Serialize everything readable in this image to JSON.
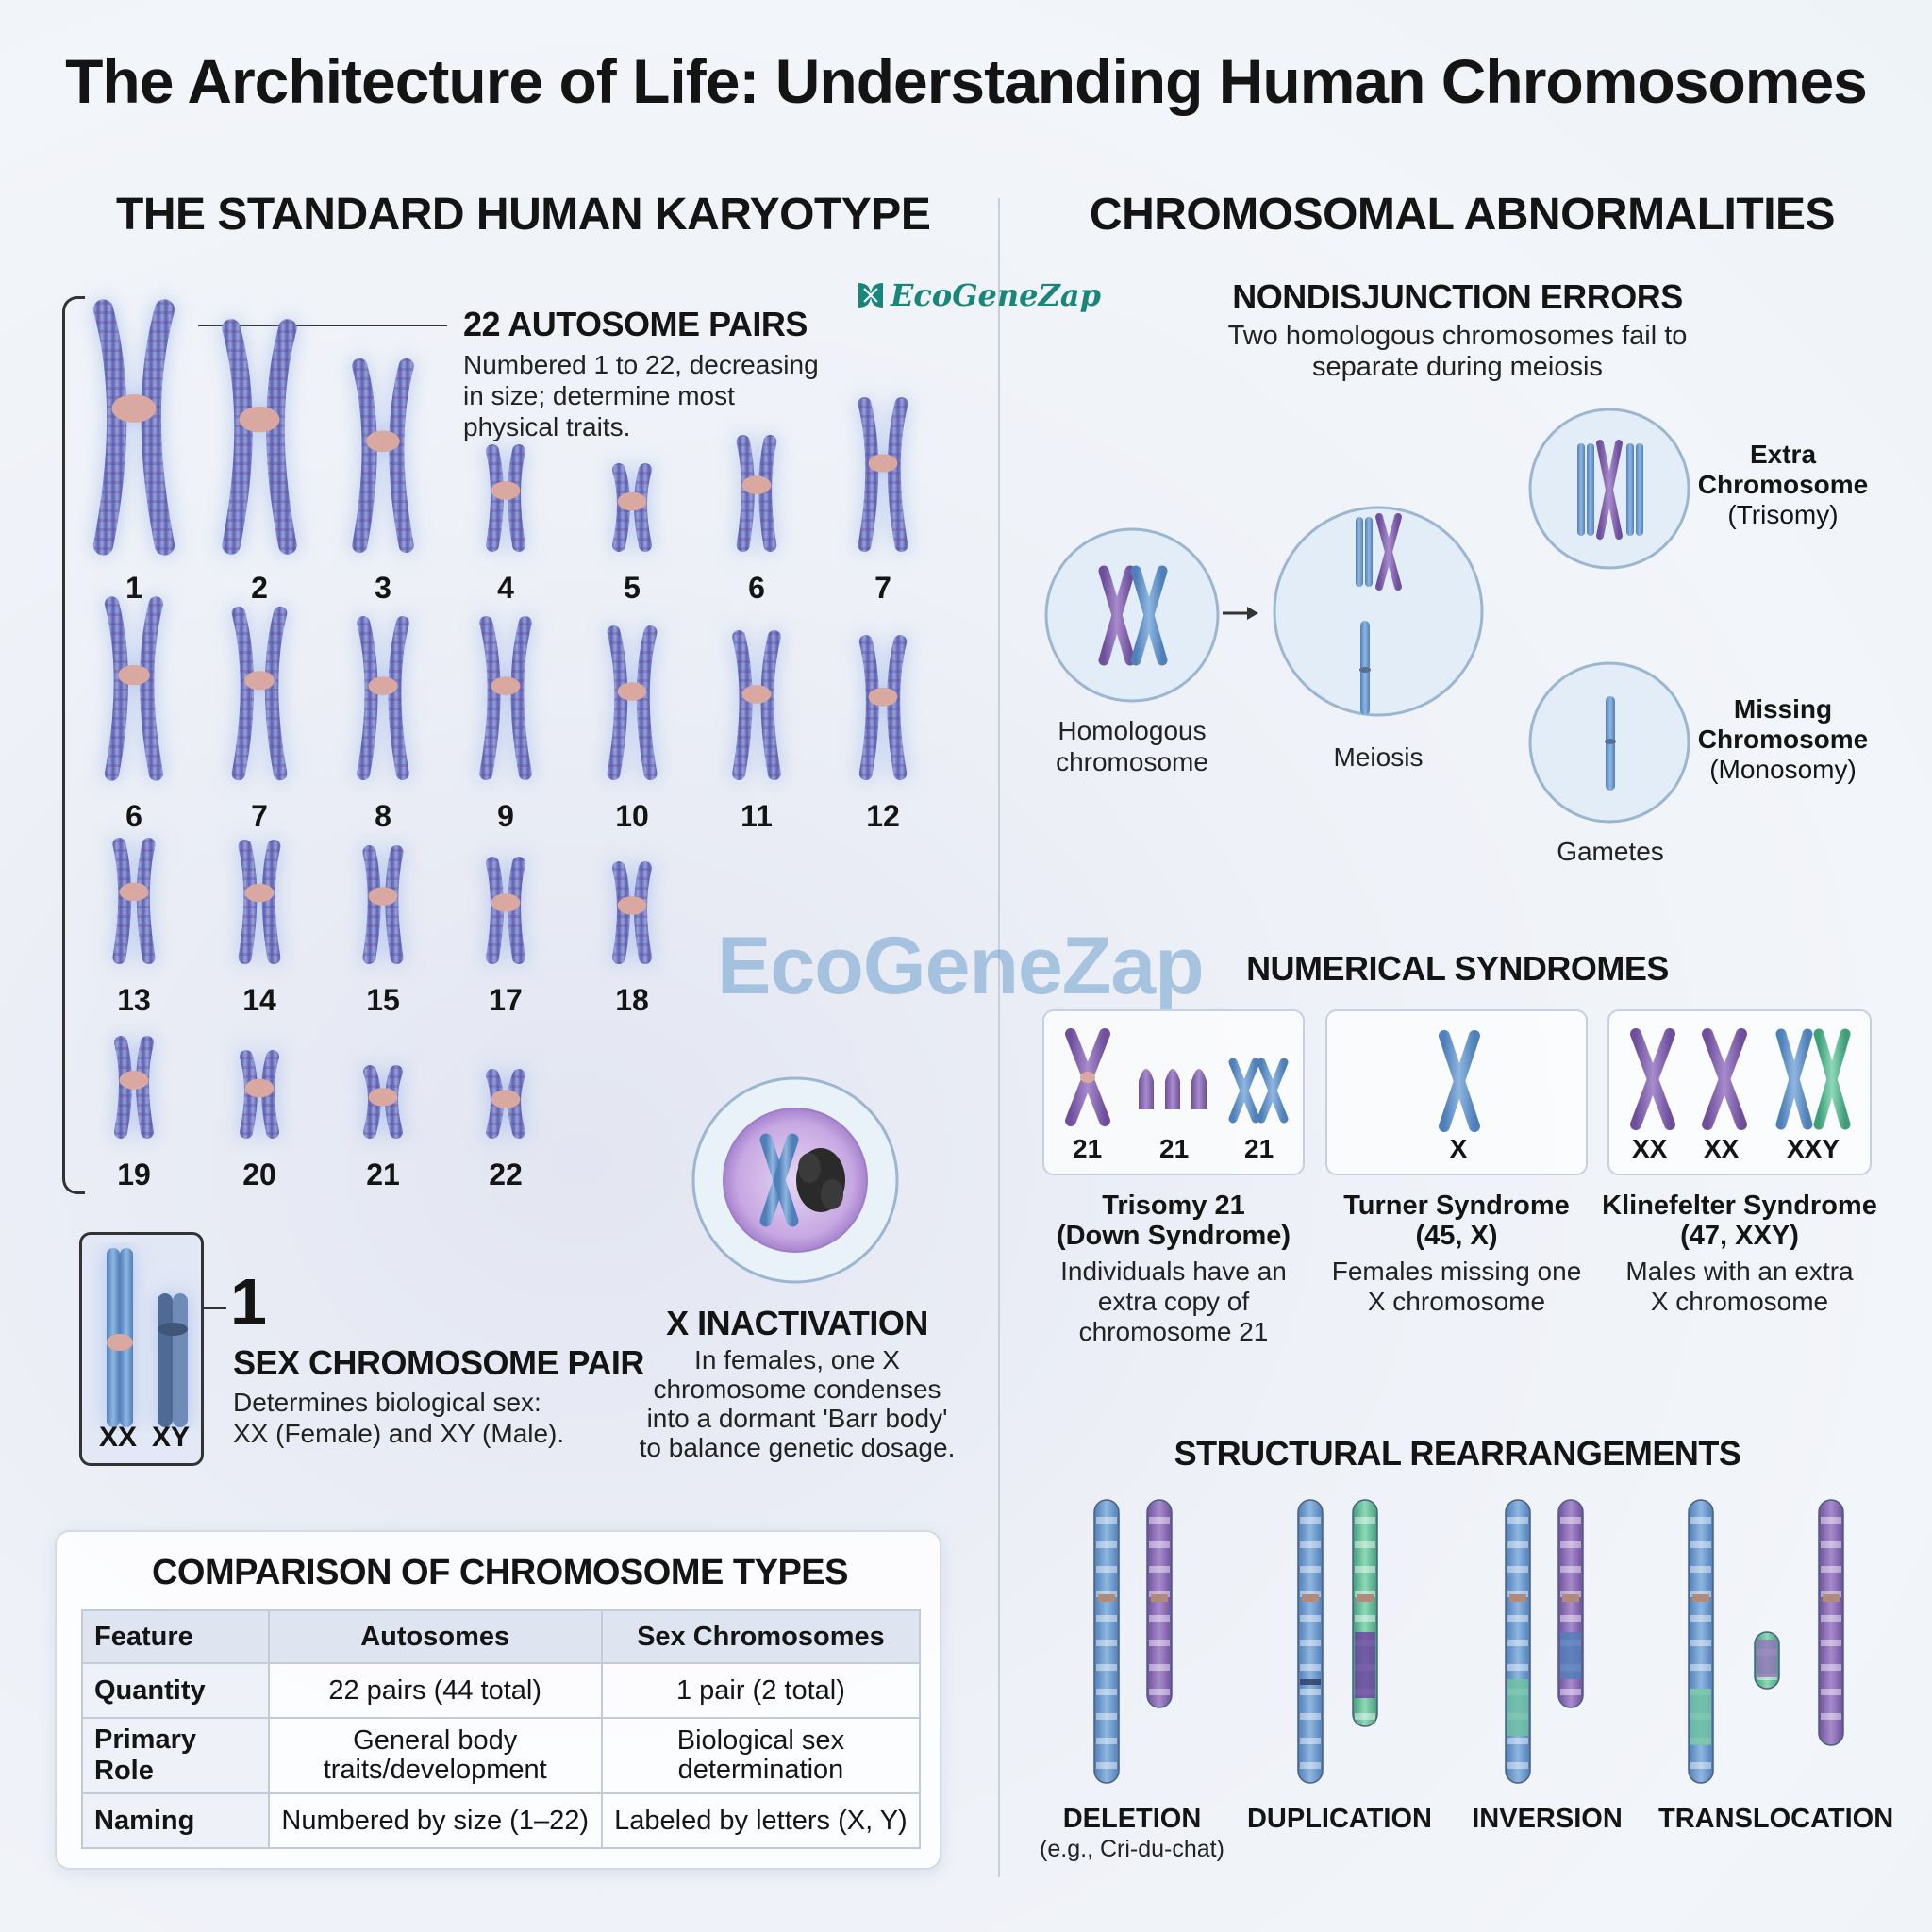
{
  "title": "The Architecture of Life: Understanding Human Chromosomes",
  "logo_text": "EcoGeneZap",
  "watermark_text": "EcoGeneZap",
  "left": {
    "heading": "THE STANDARD HUMAN KARYOTYPE",
    "autosome": {
      "heading": "22 AUTOSOME PAIRS",
      "description": [
        "Numbered 1 to 22, decreasing",
        "in size; determine most",
        "physical traits."
      ]
    },
    "karyotype_labels": [
      "1",
      "2",
      "3",
      "4",
      "5",
      "6",
      "7",
      "6",
      "7",
      "8",
      "9",
      "10",
      "11",
      "12",
      "13",
      "14",
      "15",
      "17",
      "18",
      "19",
      "20",
      "21",
      "22"
    ],
    "sex_pair": {
      "number": "1",
      "heading": "SEX CHROMOSOME PAIR",
      "description": [
        "Determines biological sex:",
        "XX (Female) and XY (Male)."
      ],
      "box_label_xx": "XX",
      "box_label_xy": "XY"
    },
    "x_inactivation": {
      "heading": "X INACTIVATION",
      "description": [
        "In females, one X",
        "chromosome condenses",
        "into a dormant 'Barr body'",
        "to balance genetic dosage."
      ]
    },
    "comparison": {
      "title": "COMPARISON OF CHROMOSOME TYPES",
      "headers": [
        "Feature",
        "Autosomes",
        "Sex Chromosomes"
      ],
      "rows": [
        {
          "feature": "Quantity",
          "autosomes": "22 pairs (44 total)",
          "sex": "1 pair (2 total)"
        },
        {
          "feature": "Primary Role",
          "autosomes": "General body traits/development",
          "sex": "Biological sex determination"
        },
        {
          "feature": "Naming",
          "autosomes": "Numbered by size (1–22)",
          "sex": "Labeled by letters (X, Y)"
        }
      ]
    }
  },
  "right": {
    "heading": "CHROMOSOMAL ABNORMALITIES",
    "nondisjunction": {
      "heading": "NONDISJUNCTION ERRORS",
      "description": [
        "Two homologous chromosomes fail to",
        "separate during meiosis"
      ],
      "homologous_label": [
        "Homologous",
        "chromosome"
      ],
      "meiosis_label": "Meiosis",
      "gametes_label": "Gametes",
      "extra": {
        "title": [
          "Extra",
          "Chromosome"
        ],
        "sub": "(Trisomy)"
      },
      "missing": {
        "title": [
          "Missing",
          "Chromosome"
        ],
        "sub": "(Monosomy)"
      }
    },
    "numerical": {
      "heading": "NUMERICAL SYNDROMES",
      "syndromes": [
        {
          "labels": [
            "21",
            "21",
            "21"
          ],
          "name": [
            "Trisomy 21",
            "(Down Syndrome)"
          ],
          "desc": [
            "Individuals have an",
            "extra copy of",
            "chromosome 21"
          ]
        },
        {
          "labels": [
            "X"
          ],
          "name": [
            "Turner Syndrome",
            "(45, X)"
          ],
          "desc": [
            "Females missing one",
            "X chromosome"
          ]
        },
        {
          "labels": [
            "XX",
            "XX",
            "XXY"
          ],
          "name": [
            "Klinefelter Syndrome",
            "(47, XXY)"
          ],
          "desc": [
            "Males with an extra",
            "X chromosome"
          ]
        }
      ]
    },
    "structural": {
      "heading": "STRUCTURAL REARRANGEMENTS",
      "types": [
        {
          "name": "DELETION",
          "sub": "(e.g., Cri-du-chat)"
        },
        {
          "name": "DUPLICATION",
          "sub": ""
        },
        {
          "name": "INVERSION",
          "sub": ""
        },
        {
          "name": "TRANSLOCATION",
          "sub": ""
        }
      ]
    }
  },
  "colors": {
    "chromosome_body": "#7f86c9",
    "centromere": "#d9a8a0",
    "blue_chromatid": "#6f9bcd",
    "purple_chromatid": "#9274b8",
    "green_chromatid": "#6fc3a0",
    "logo": "#19867c"
  }
}
